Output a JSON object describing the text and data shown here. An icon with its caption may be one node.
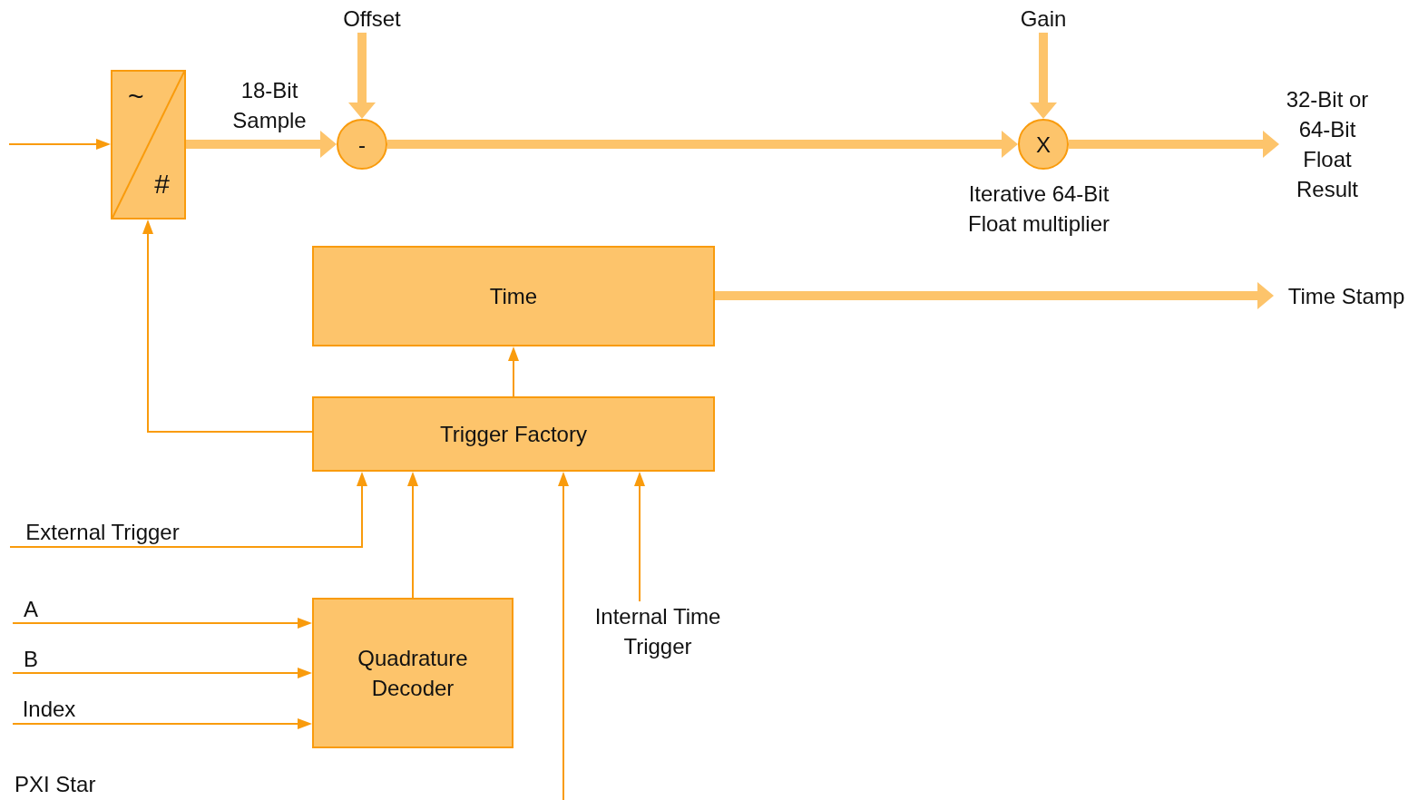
{
  "diagram": {
    "nodes": [
      {
        "text": [
          "~",
          "#"
        ]
      },
      {
        "text": [
          "-"
        ]
      },
      {
        "text": [
          "X"
        ],
        "beside": [
          "Iterative 64-Bit Float multiplier"
        ]
      },
      {
        "text": [
          "Offset"
        ]
      },
      {
        "text": [
          "Gain"
        ]
      },
      {
        "text": [
          "32-Bit or 64-Bit Float Result"
        ]
      },
      {
        "text": [
          "Time"
        ]
      },
      {
        "text": [
          "Time Stamp"
        ]
      },
      {
        "text": [
          "Trigger Factory"
        ]
      },
      {
        "text": [
          "External Trigger"
        ]
      },
      {
        "text": [
          "Quadrature Decoder"
        ]
      },
      {
        "text": [
          "A"
        ]
      },
      {
        "text": [
          "B"
        ]
      },
      {
        "text": [
          "Index"
        ]
      },
      {
        "text": [
          "Internal Time Trigger"
        ]
      }
    ],
    "edges": [
      {
        "from": null,
        "to": 0,
        "arrow": "to"
      },
      {
        "from": 0,
        "to": 1,
        "arrow": "to",
        "label": "18-Bit Sample",
        "style": "thick",
        "color": "#fdc46b"
      },
      {
        "from": 3,
        "to": 1,
        "arrow": "to",
        "style": "thick",
        "color": "#fdc46b"
      },
      {
        "from": 1,
        "to": 2,
        "arrow": "to",
        "style": "thick",
        "color": "#fdc46b"
      },
      {
        "from": 4,
        "to": 2,
        "arrow": "to",
        "style": "thick",
        "color": "#fdc46b"
      },
      {
        "from": 2,
        "to": 5,
        "arrow": "to",
        "style": "thick",
        "color": "#fdc46b"
      },
      {
        "from": 6,
        "to": 7,
        "arrow": "to",
        "style": "thick",
        "color": "#fdc46b"
      },
      {
        "from": 8,
        "to": 6,
        "arrow": "to"
      },
      {
        "from": 8,
        "to": 0,
        "arrow": "to"
      },
      {
        "from": 9,
        "to": 8,
        "arrow": "to"
      },
      {
        "from": 10,
        "to": 8,
        "arrow": "to"
      },
      {
        "from": null,
        "to": 8,
        "arrow": "to"
      },
      {
        "from": 14,
        "to": 8,
        "arrow": "to"
      },
      {
        "from": 11,
        "to": 10,
        "arrow": "to"
      },
      {
        "from": 12,
        "to": 10,
        "arrow": "to"
      },
      {
        "from": 13,
        "to": 10,
        "arrow": "to"
      }
    ],
    "labels": [
      "PXI Star"
    ]
  }
}
